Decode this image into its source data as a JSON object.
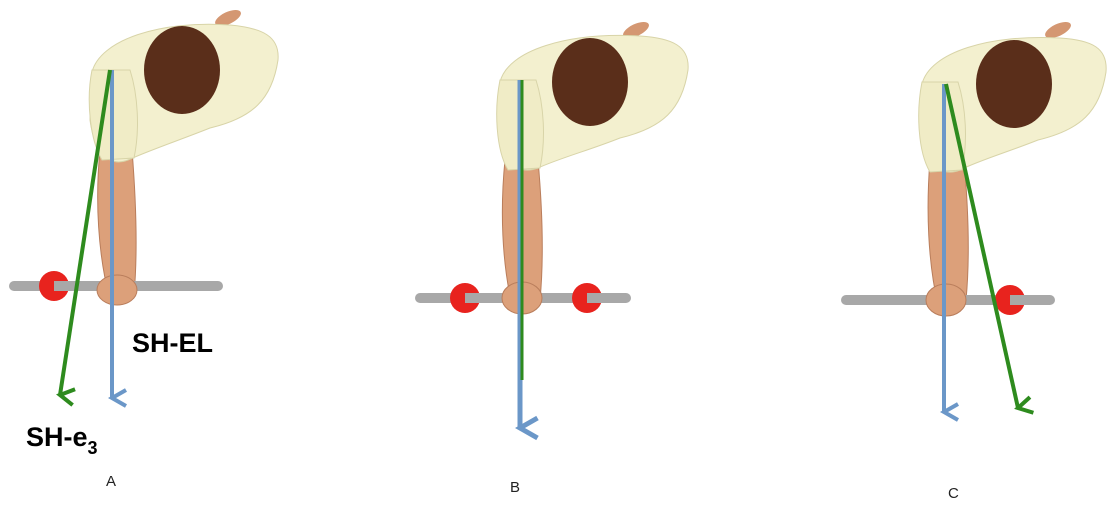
{
  "labels": {
    "elbow_vector": "SH-EL",
    "axis_vector_base": "SH-e",
    "axis_vector_subscript": "3"
  },
  "panels": [
    {
      "id": "A",
      "caption": "A"
    },
    {
      "id": "B",
      "caption": "B"
    },
    {
      "id": "C",
      "caption": "C"
    }
  ],
  "colors": {
    "green_arrow": "#2e8b1e",
    "blue_arrow": "#6b97c8",
    "rod": "#a8a8a8",
    "clamp": "#e8231e",
    "shirt": "#f3f0cf",
    "hair": "#5a2e1a",
    "skin": "#e0a27a"
  }
}
